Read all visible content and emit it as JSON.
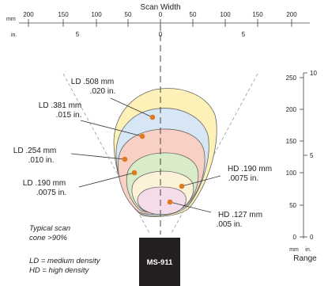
{
  "scan_width": {
    "title": "Scan Width",
    "mm_unit": "mm",
    "in_unit": "in.",
    "mm_ticks": [
      "200",
      "150",
      "100",
      "50",
      "0",
      "50",
      "100",
      "150",
      "200"
    ],
    "in_ticks": [
      "5",
      "0",
      "5"
    ]
  },
  "range": {
    "title": "Range",
    "mm_unit": "mm",
    "in_unit": "in.",
    "mm_ticks": [
      "250",
      "200",
      "150",
      "100",
      "50",
      "0"
    ],
    "in_ticks": [
      "10",
      "5",
      "0"
    ]
  },
  "zones": [
    {
      "line1": "LD .508 mm",
      "line2": ".020 in.",
      "color": "#fdf1b8"
    },
    {
      "line1": "LD .381 mm",
      "line2": ".015 in.",
      "color": "#d6e6f5"
    },
    {
      "line1": "LD .254 mm",
      "line2": ".010 in.",
      "color": "#f9d0c4"
    },
    {
      "line1": "LD .190 mm",
      "line2": ".0075 in.",
      "color": "#d9ecc8"
    },
    {
      "line1": "HD .190 mm",
      "line2": ".0075 in.",
      "color": "#fcf2d8"
    },
    {
      "line1": "HD .127 mm",
      "line2": ".005 in.",
      "color": "#f5dceb"
    }
  ],
  "notes": {
    "typical_line1": "Typical scan",
    "typical_line2": "cone >90%",
    "ld_legend": "LD = medium density",
    "hd_legend": "HD = high density"
  },
  "scanner": {
    "label": "MS-911",
    "color": "#231f20"
  },
  "colors": {
    "dot": "#e07a1f",
    "line": "#333333"
  }
}
